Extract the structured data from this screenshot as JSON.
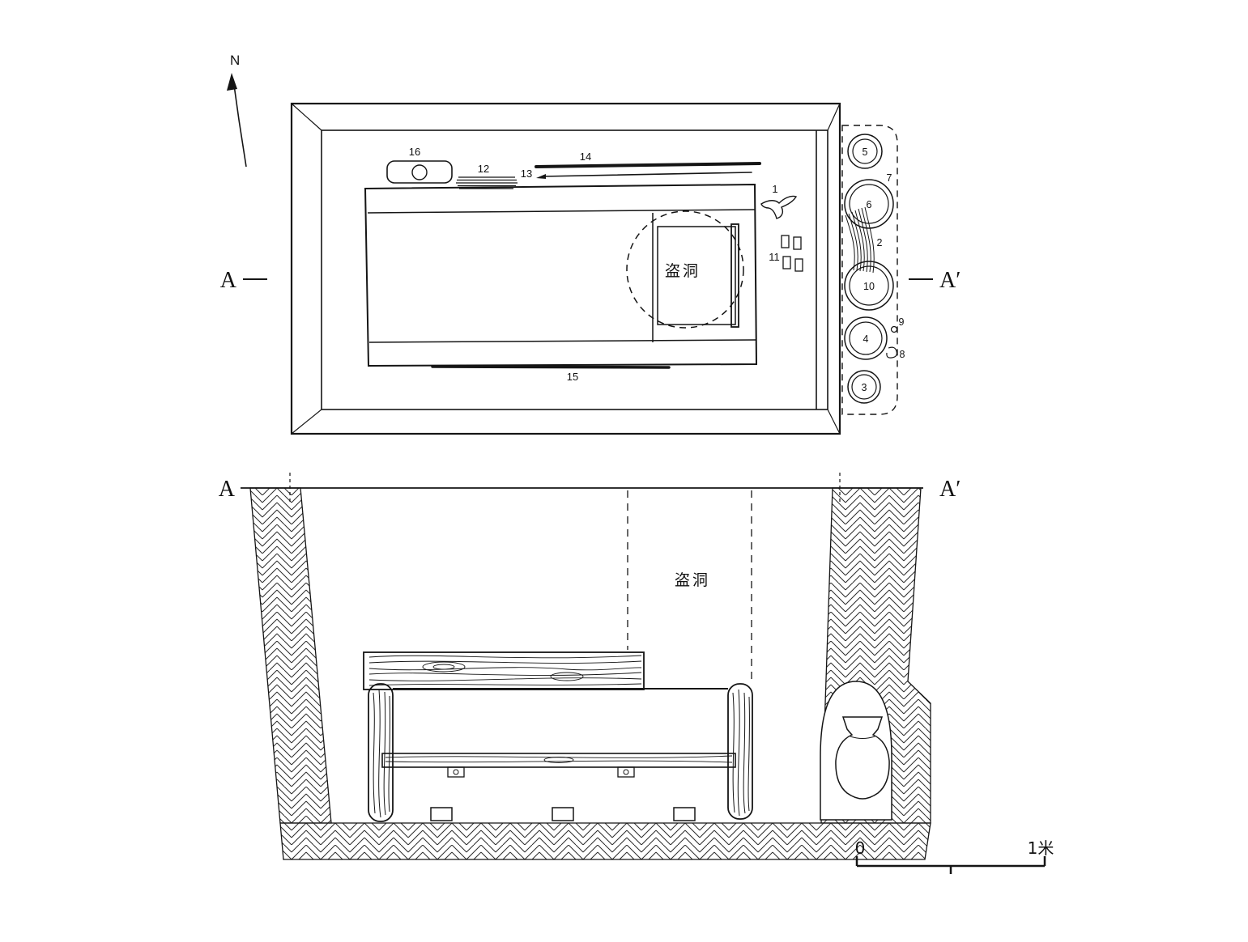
{
  "compass": {
    "label": "N"
  },
  "plan": {
    "section_left": "A",
    "section_right": "A′",
    "robber_hole": "盗洞",
    "artifacts": {
      "n1": "1",
      "n11": "11",
      "n12": "12",
      "n13": "13",
      "n14": "14",
      "n15": "15",
      "n16": "16"
    },
    "niche": {
      "v5": "5",
      "v6": "6",
      "v10": "10",
      "v4": "4",
      "v3": "3",
      "n7": "7",
      "n2": "2",
      "n9": "9",
      "n8": "8"
    }
  },
  "section": {
    "left": "A",
    "right": "A′",
    "robber_hole": "盗洞"
  },
  "scale": {
    "zero": "0",
    "unit": "1米"
  }
}
